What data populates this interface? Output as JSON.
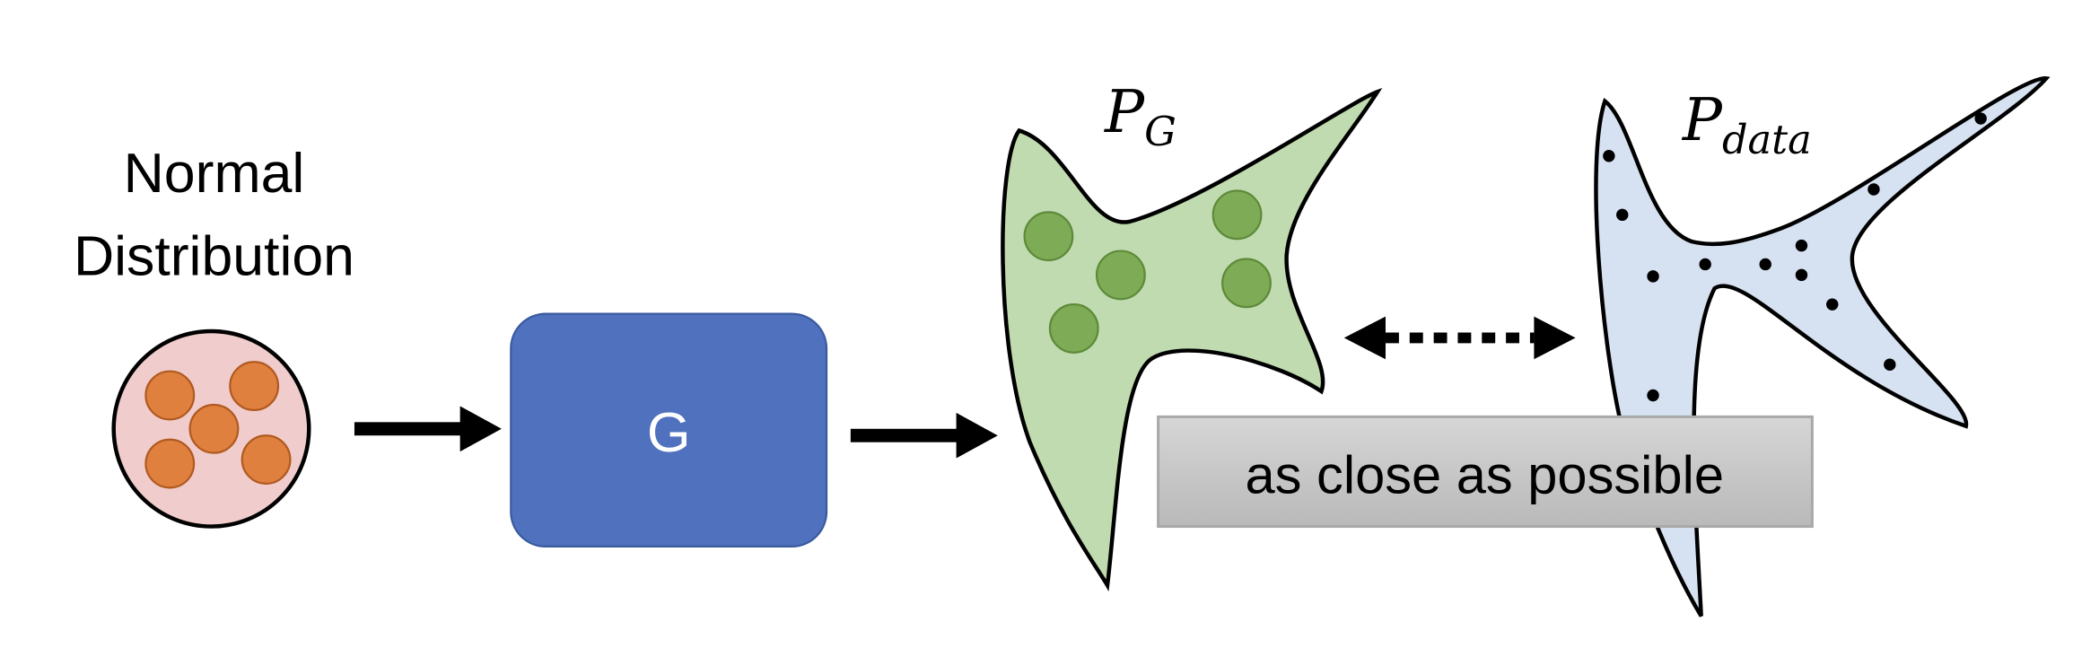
{
  "source": {
    "label_line1": "Normal",
    "label_line2": "Distribution",
    "fill": "#f0cccc",
    "sample_fill": "#e0803f",
    "sample_count": 5
  },
  "generator": {
    "label": "G",
    "fill": "#4f71be"
  },
  "generated_distribution": {
    "label_main": "P",
    "label_sub": "G",
    "fill": "#c0dbb0",
    "sample_fill": "#7eab55",
    "sample_count": 5
  },
  "data_distribution": {
    "label_main": "P",
    "label_sub": "data",
    "fill": "#d6e2f2",
    "point_count": 12
  },
  "comparison": {
    "caption": "as close as possible"
  }
}
